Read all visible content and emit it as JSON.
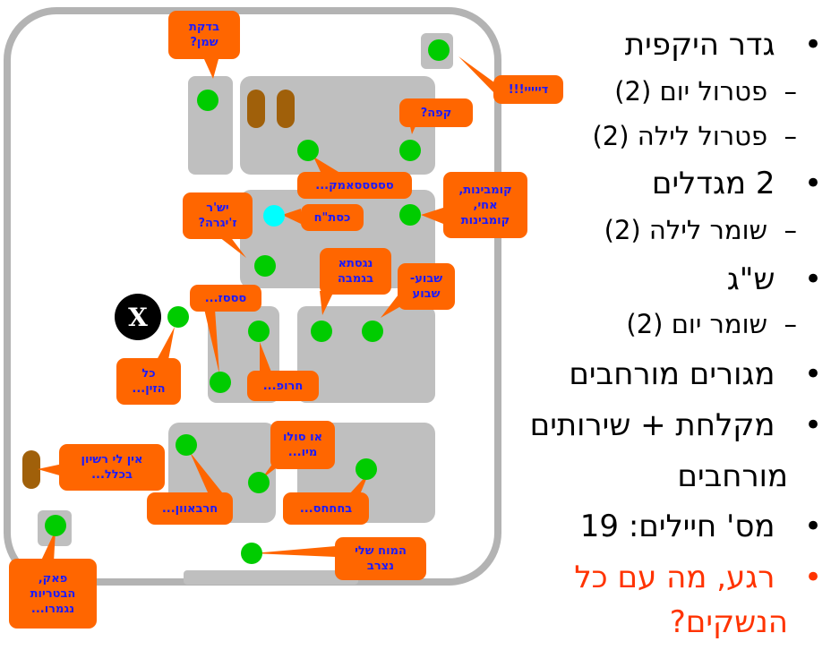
{
  "bullets": [
    {
      "level": 1,
      "text": "גדר היקפית"
    },
    {
      "level": 2,
      "text": "פטרול יום (2)"
    },
    {
      "level": 2,
      "text": "פטרול לילה (2)"
    },
    {
      "level": 1,
      "text": "2 מגדלים"
    },
    {
      "level": 2,
      "text": "שומר לילה (2)"
    },
    {
      "level": 1,
      "text": "ש\"ג"
    },
    {
      "level": 2,
      "text": "שומר יום (2)"
    },
    {
      "level": 1,
      "text": "מגורים מורחבים"
    },
    {
      "level": 1,
      "text": "מקלחת + שירותים"
    },
    {
      "level": 0,
      "text": "מורחבים"
    },
    {
      "level": 1,
      "text": "מס' חיילים: 19"
    },
    {
      "level": 1,
      "text": "רגע, מה עם כל",
      "color": "#ff3300"
    },
    {
      "level": 0,
      "text": "הנשקים?",
      "color": "#ff3300"
    }
  ],
  "bullet_glyphs": {
    "level1": "•",
    "level2": "–"
  },
  "bubbles": [
    "בדקת\nשמן?",
    "דייייי!!!",
    "קפה?",
    "סססססאמק...",
    "קומבינות,\nאחי,\nקומבינות",
    "ישּ'ר\nז'יגרה?",
    "כסת\"ח",
    "נגסתא\nבגמבה",
    "שבוע-\nשבוע",
    "סססז...",
    "כל\nהזין...",
    "חרופ...",
    "או סולו\nמיו...",
    "אין לי רשיון\nבכלל...",
    "חרבאוון...",
    "בחחחס...",
    "המוח שלי\nנצרב",
    "פאק,\nהבטריות\nנגמרו..."
  ],
  "x_marker": "X",
  "colors": {
    "bubble": "#ff6600",
    "bubble_text": "#1a1aff",
    "soldier": "#00cc00",
    "highlight": "#00ffff",
    "building": "#bfbfbf",
    "fence": "#b3b3b3",
    "barrel": "#a0600a",
    "marker": "#000000"
  }
}
